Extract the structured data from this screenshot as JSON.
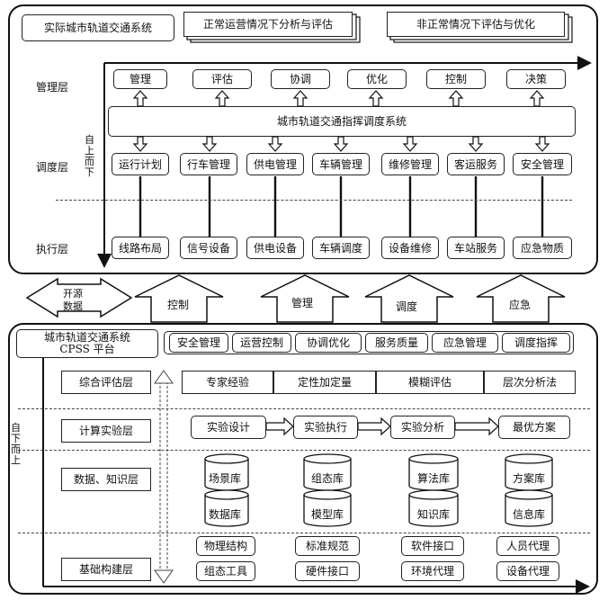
{
  "top": {
    "system_title": "实际城市轨道交通系统",
    "tab_normal": "正常运营情况下分析与评估",
    "tab_abnormal": "非正常情况下评估与优化",
    "layer_manage": "管理层",
    "layer_dispatch": "调度层",
    "layer_exec": "执行层",
    "topdown": "自上而下",
    "manage_boxes": [
      "管理",
      "评估",
      "协调",
      "优化",
      "控制",
      "决策"
    ],
    "dispatch_system": "城市轨道交通指挥调度系统",
    "dispatch_boxes": [
      "运行计划",
      "行车管理",
      "供电管理",
      "车辆管理",
      "维修管理",
      "客运服务",
      "安全管理"
    ],
    "exec_boxes": [
      "线路布局",
      "信号设备",
      "供电设备",
      "车辆调度",
      "设备维修",
      "车站服务",
      "应急物质"
    ]
  },
  "middle": {
    "open_data_1": "开源",
    "open_data_2": "数据",
    "arrows": [
      "控制",
      "管理",
      "调度",
      "应急"
    ]
  },
  "bottom": {
    "cpss_1": "城市轨道交通系统",
    "cpss_2": "CPSS 平台",
    "tabs": [
      "安全管理",
      "运营控制",
      "协调优化",
      "服务质量",
      "应急管理",
      "调度指挥"
    ],
    "bottomup": "自下而上",
    "layers": [
      "综合评估层",
      "计算实验层",
      "数据、知识层",
      "基础构建层"
    ],
    "eval_boxes": [
      "专家经验",
      "定性加定量",
      "模糊评估",
      "层次分析法"
    ],
    "exp_boxes": [
      "实验设计",
      "实验执行",
      "实验分析",
      "最优方案"
    ],
    "db_top": [
      "场景库",
      "组态库",
      "算法库",
      "方案库"
    ],
    "db_bottom": [
      "数据库",
      "模型库",
      "知识库",
      "信息库"
    ],
    "found_top": [
      "物理结构",
      "标准规范",
      "软件接口",
      "人员代理"
    ],
    "found_bottom": [
      "组态工具",
      "硬件接口",
      "环境代理",
      "设备代理"
    ]
  }
}
